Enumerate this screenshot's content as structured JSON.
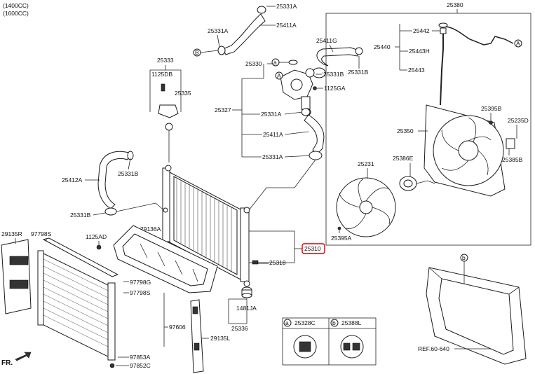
{
  "engine_variants": [
    "(1400CC)",
    "(1600CC)"
  ],
  "callouts": {
    "p25331A_top": "25331A",
    "p25411A_top": "25411A",
    "p25331A_left": "25331A",
    "p25411G": "25411G",
    "p25331B_right": "25331B",
    "p25333": "25333",
    "p1125DB": "1125DB",
    "p25335": "25335",
    "p25330": "25330",
    "p25331B_mid": "25331B",
    "p1125GA": "1125GA",
    "p25327": "25327",
    "p25331A_mid": "25331A",
    "p25411A_mid": "25411A",
    "p25331A_low": "25331A",
    "p25380": "25380",
    "p25442": "25442",
    "p25440": "25440",
    "p25443H": "25443H",
    "p25443": "25443",
    "p25395B": "25395B",
    "p25350": "25350",
    "p25235D": "25235D",
    "p25386E": "25386E",
    "p25385B": "25385B",
    "p25231": "25231",
    "p25395A": "25395A",
    "p25412A": "25412A",
    "p25331B_left": "25331B",
    "p25331B_low": "25331B",
    "p1125AD": "1125AD",
    "p29136A": "29136A",
    "p29135R": "29135R",
    "p97798S": "97798S",
    "p97798G": "97798G",
    "p97798S_b": "97798S",
    "p97606": "97606",
    "p97853A": "97853A",
    "p97852C": "97852C",
    "p29135L": "29135L",
    "p1481JA": "1481JA",
    "p25336": "25336",
    "p25318": "25318",
    "p25310": "25310",
    "ref": "REF.60-640"
  },
  "circle_markers": {
    "a": "a",
    "b": "b",
    "A": "A",
    "B": "B"
  },
  "legend": {
    "item_a_part": "25328C",
    "item_b_part": "25388L"
  },
  "direction_label": "FR.",
  "colors": {
    "line": "#222222",
    "highlight": "#d40000",
    "fill_dark": "#333333"
  }
}
